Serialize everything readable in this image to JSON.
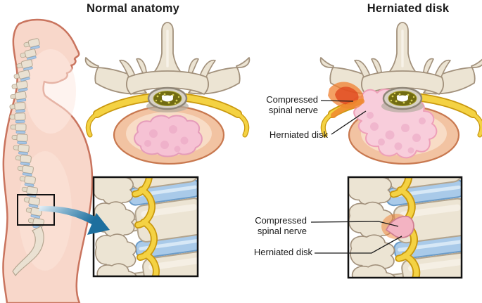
{
  "figure": {
    "panels": {
      "normal": {
        "title": "Normal anatomy"
      },
      "herniated": {
        "title": "Herniated disk"
      }
    },
    "labels": {
      "axial_compressed_nerve": "Compressed spinal nerve",
      "axial_herniated_disk": "Herniated disk",
      "lateral_compressed_nerve": "Compressed spinal nerve",
      "lateral_herniated_disk": "Herniated disk"
    },
    "colors": {
      "bg": "#ffffff",
      "ink": "#1a1a1a",
      "box": "#111111",
      "skin": "#f8d7ca",
      "skin_light": "#fdeae2",
      "skin_line": "#c9745e",
      "bone": "#ece4d3",
      "bone_light": "#f7f2e8",
      "bone_line": "#a2917c",
      "nerve": "#f4d243",
      "nerve_line": "#c9980e",
      "cord": "#716b12",
      "cord_speck": "#d9d258",
      "dura": "#d8d2c6",
      "dura_line": "#8f8678",
      "disk_outer": "#f2c3a2",
      "disk_line": "#c8784f",
      "disk_inner": "#f8dcc6",
      "nucleus": "#f6c2d4",
      "nucleus_line": "#e59cba",
      "nucleus_spot": "#eeadc8",
      "hernia": "#f8cddb",
      "hernia_line": "#ee9fb8",
      "ivd_blue": "#a9cae9",
      "ivd_blue_line": "#6b9cc9",
      "ivd_blue_hi": "#d7e8f6",
      "inflame_core": "#e0491f",
      "inflame_glow": "#f08030",
      "arrow": "#1d6f9e"
    }
  }
}
